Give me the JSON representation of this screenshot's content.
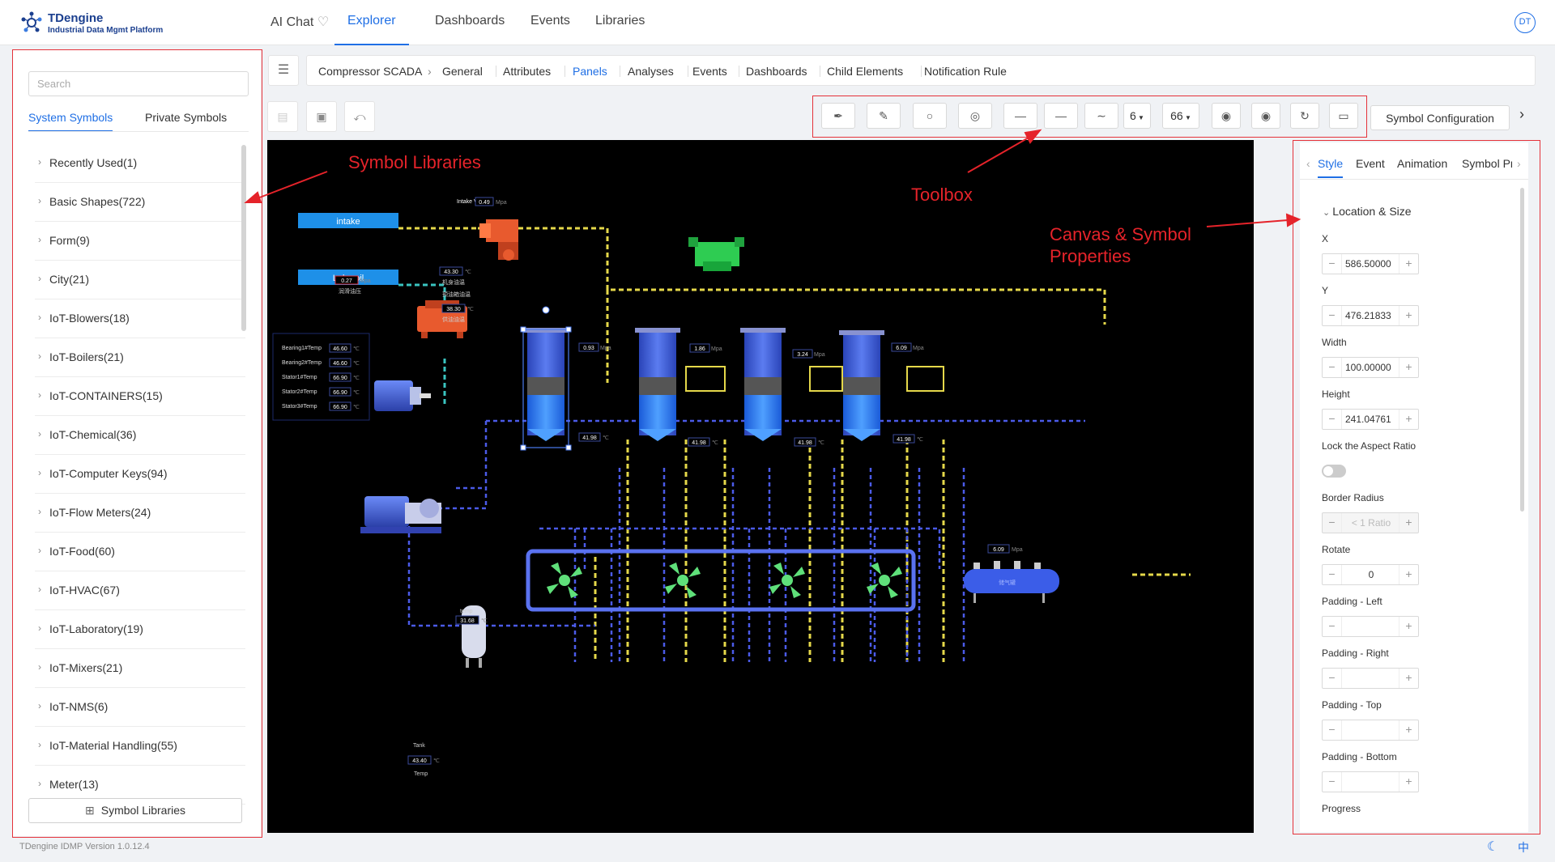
{
  "app": {
    "logo_title": "TDengine",
    "logo_subtitle": "Industrial Data Mgmt Platform",
    "user_initials": "DT",
    "footer_version": "TDengine IDMP Version 1.0.12.4",
    "lang_label": "中"
  },
  "nav": [
    {
      "label": "AI Chat",
      "active": false
    },
    {
      "label": "Explorer",
      "active": true
    },
    {
      "label": "Dashboards",
      "active": false
    },
    {
      "label": "Events",
      "active": false
    },
    {
      "label": "Libraries",
      "active": false
    }
  ],
  "breadcrumb": {
    "element": "Compressor SCADA",
    "tabs": [
      "General",
      "Attributes",
      "Panels",
      "Analyses",
      "Events",
      "Dashboards",
      "Child Elements",
      "Notification Rule"
    ],
    "active_tab": "Panels"
  },
  "left_panel": {
    "search_placeholder": "Search",
    "tabs": [
      "System Symbols",
      "Private Symbols"
    ],
    "active_tab": "System Symbols",
    "items": [
      "Recently Used(1)",
      "Basic Shapes(722)",
      "Form(9)",
      "City(21)",
      "IoT-Blowers(18)",
      "IoT-Boilers(21)",
      "IoT-CONTAINERS(15)",
      "IoT-Chemical(36)",
      "IoT-Computer Keys(94)",
      "IoT-Flow Meters(24)",
      "IoT-Food(60)",
      "IoT-HVAC(67)",
      "IoT-Laboratory(19)",
      "IoT-Mixers(21)",
      "IoT-NMS(6)",
      "IoT-Material Handling(55)",
      "Meter(13)"
    ],
    "symbol_libraries_button": "Symbol Libraries"
  },
  "toolbox": {
    "line_width": "6",
    "font_size": "66",
    "symbol_config_button": "Symbol Configuration"
  },
  "right_panel": {
    "tabs": [
      "Style",
      "Event",
      "Animation",
      "Symbol Pr"
    ],
    "active_tab": "Style",
    "section": "Location & Size",
    "fields": [
      {
        "label": "X",
        "value": "586.50000"
      },
      {
        "label": "Y",
        "value": "476.21833"
      },
      {
        "label": "Width",
        "value": "100.00000"
      },
      {
        "label": "Height",
        "value": "241.04761"
      }
    ],
    "lock_label": "Lock the Aspect Ratio",
    "lock_on": false,
    "border_radius_label": "Border Radius",
    "border_radius_placeholder": "< 1 Ratio",
    "rotate_label": "Rotate",
    "rotate_value": "0",
    "padding_left_label": "Padding - Left",
    "padding_right_label": "Padding - Right",
    "padding_top_label": "Padding - Top",
    "padding_bottom_label": "Padding - Bottom",
    "progress_label": "Progress"
  },
  "annotations": {
    "symbol_libraries": "Symbol Libraries",
    "toolbox": "Toolbox",
    "canvas_line1": "Canvas & Symbol",
    "canvas_line2": "Properties"
  },
  "canvas": {
    "intake_label": "intake",
    "lube_oil_label": "Lube oil",
    "intake_valve_label": "Intake Valve",
    "intake_valve_value": "0.49",
    "mpa": "Mpa",
    "deg_c": "℃",
    "lube_pressure_value": "0.27",
    "lube_pressure_cn": "润滑油压",
    "oil_temp_value": "43.30",
    "oil_temp_cn": "机身油温",
    "oil_temp2_cn": "预油箱油温",
    "supply_temp_value": "38.30",
    "supply_temp_cn": "供油油温",
    "bearings": [
      {
        "name": "Bearing1#Temp",
        "value": "46.60"
      },
      {
        "name": "Bearing2#Temp",
        "value": "46.60"
      },
      {
        "name": "Stator1#Temp",
        "value": "66.90"
      },
      {
        "name": "Stator2#Temp",
        "value": "66.90"
      },
      {
        "name": "Stator3#Temp",
        "value": "66.90"
      }
    ],
    "tanks": [
      {
        "pressure": "0.93",
        "temp": "41.98"
      },
      {
        "pressure": "1.86",
        "temp": "41.98"
      },
      {
        "pressure": "3.24",
        "temp": "41.98"
      },
      {
        "pressure": "6.09",
        "temp": "41.98"
      }
    ],
    "pump_temp_label": "temp",
    "pump_temp_value": "31.68",
    "tank_label": "Tank",
    "tank_temp_value": "43.40",
    "tank_temp_label": "Temp",
    "header_pressure_value": "6.09",
    "vessel_tag": "储气罐"
  }
}
